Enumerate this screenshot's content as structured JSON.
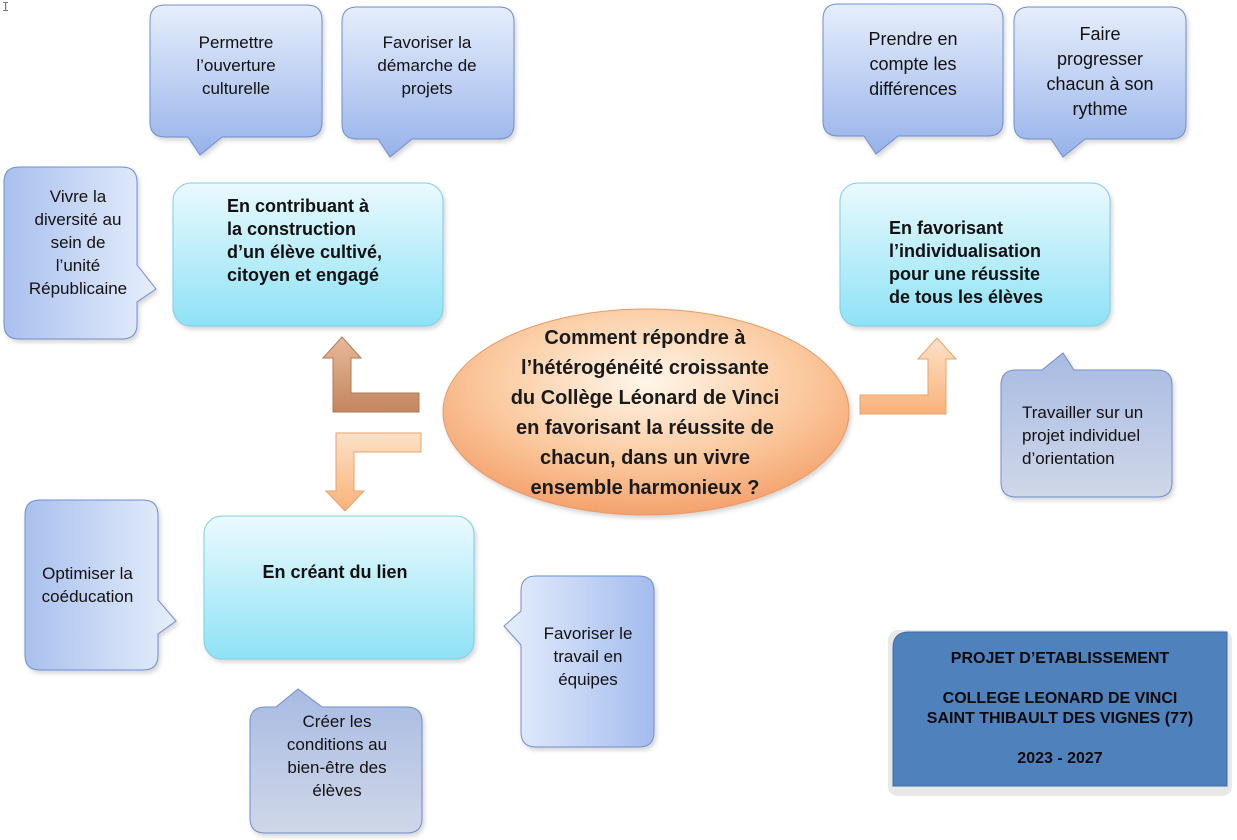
{
  "colors": {
    "callout_blue_top": "#e3ecfb",
    "callout_blue_bottom": "#9db7ec",
    "callout_grey_top": "#b5c4e4",
    "callout_grey_bottom": "#c9d3e8",
    "callout_border": "#6f8fcf",
    "main_box_top": "#e6f8fd",
    "main_box_bottom": "#8ee3f7",
    "center_top": "#fff3e6",
    "center_bottom": "#f5a46f",
    "arrow_brown": "#c9906a",
    "arrow_orange": "#fbc08f",
    "title_box": "#4f81bd"
  },
  "center_question": "Comment répondre à\nl’hétérogénéité croissante\ndu Collège Léonard de Vinci\nen favorisant la réussite de\nchacun, dans un vivre\nensemble harmonieux ?",
  "main_boxes": {
    "cultivated": "En contribuant à\nla construction\nd’un élève cultivé,\ncitoyen et engagé",
    "individualisation": "En favorisant\nl’individualisation\npour une réussite\nde tous les élèves",
    "link": "En créant du lien"
  },
  "callouts": {
    "cultural_opening": "Permettre\nl’ouverture\nculturelle",
    "project_approach": "Favoriser la\ndémarche de\nprojets",
    "diversity": "Vivre la\ndiversité au\nsein de\nl’unité\nRépublicaine",
    "differences": "Prendre en\ncompte les\ndifférences",
    "own_pace": "Faire\nprogresser\nchacun à son\nrythme",
    "orientation": "Travailler sur un\nprojet    individuel\nd’orientation",
    "coeducation": "Optimiser la\ncoéducation",
    "teamwork": "Favoriser le\ntravail en\néquipes",
    "wellbeing": "Créer les\nconditions au\nbien-être des\nélèves"
  },
  "title_block": {
    "line1": "PROJET D’ETABLISSEMENT",
    "line2": "COLLEGE LEONARD DE VINCI",
    "line3": "SAINT THIBAULT DES VIGNES (77)",
    "years": "2023 - 2027"
  }
}
